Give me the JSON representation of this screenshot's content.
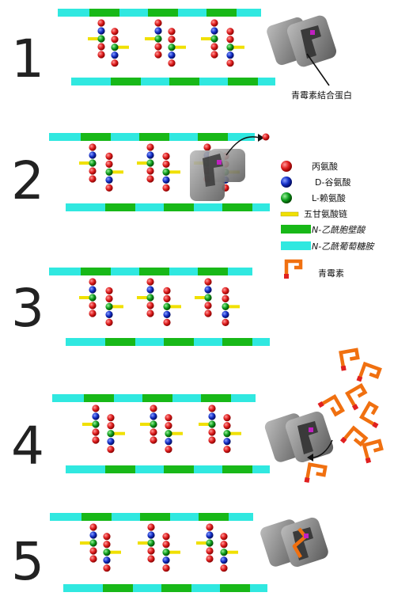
{
  "steps": [
    {
      "number": "1"
    },
    {
      "number": "2"
    },
    {
      "number": "3"
    },
    {
      "number": "4"
    },
    {
      "number": "5"
    }
  ],
  "pbp_label": "青霉素結合蛋白",
  "legend": [
    {
      "key": "ala",
      "label": "丙氨酸"
    },
    {
      "key": "glu",
      "label": "D-谷氨酸"
    },
    {
      "key": "lys",
      "label": "L-赖氨酸"
    },
    {
      "key": "gly",
      "label": "五甘氨酸链"
    },
    {
      "key": "nam",
      "label": "N-乙酰胞壁酸"
    },
    {
      "key": "nag",
      "label": "N-乙酰葡萄糖胺"
    }
  ],
  "penicillin_label": "青霉素",
  "colors": {
    "ala": "#e02020",
    "glu": "#1530c8",
    "lys": "#10a020",
    "gly": "#f0e000",
    "nam": "#18b818",
    "nag": "#30e8e0",
    "penicillin": "#f07010",
    "pbp": "#808080",
    "active_site": "#c020c0"
  }
}
